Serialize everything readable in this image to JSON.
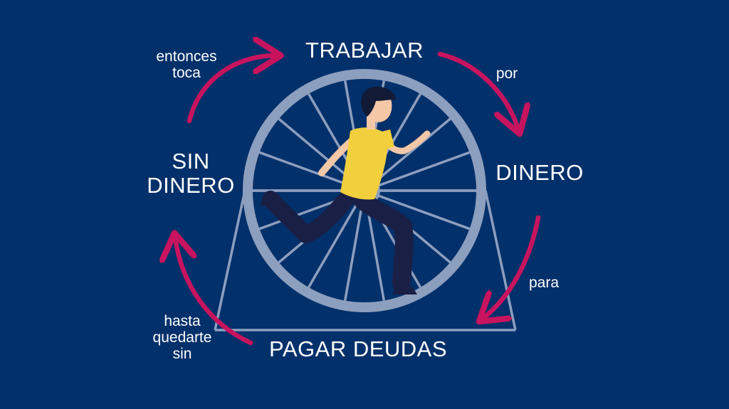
{
  "cycle": {
    "nodes": {
      "top": "TRABAJAR",
      "right": "DINERO",
      "bottom": "PAGAR DEUDAS",
      "left_line1": "SIN",
      "left_line2": "DINERO"
    },
    "connectors": {
      "top_right": "por",
      "right_bottom": "para",
      "bottom_left_line1": "hasta",
      "bottom_left_line2": "quedarte",
      "bottom_left_line3": "sin",
      "left_top_line1": "entonces",
      "left_top_line2": "toca"
    }
  },
  "colors": {
    "background": "#02306a",
    "arrow": "#c8145e",
    "wheel": "#8d9fbe",
    "shirt": "#f2cf3d",
    "pants": "#1a1f46",
    "skin": "#f4c8a6",
    "hair": "#121a35"
  }
}
